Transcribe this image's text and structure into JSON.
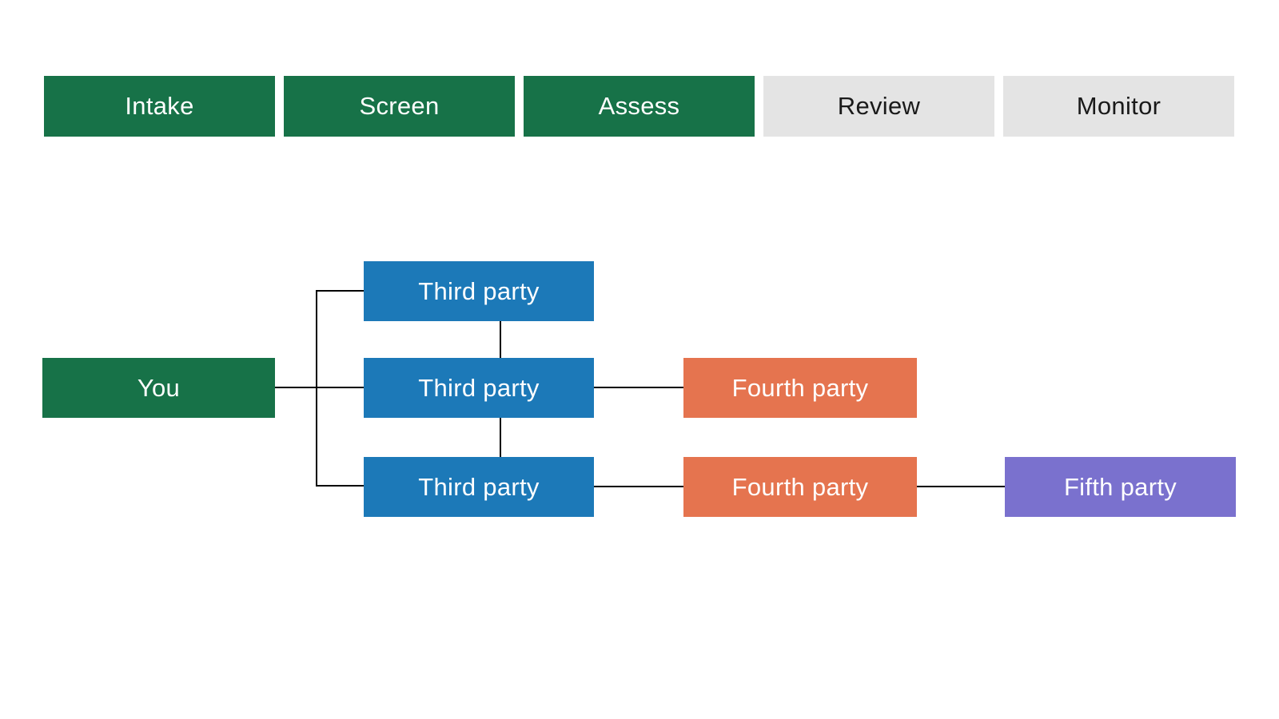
{
  "page": {
    "background": "#ffffff"
  },
  "stage_bar": {
    "items": [
      {
        "label": "Intake",
        "state": "complete",
        "bg": "#177248",
        "text_color": "#ffffff"
      },
      {
        "label": "Screen",
        "state": "complete",
        "bg": "#177248",
        "text_color": "#ffffff"
      },
      {
        "label": "Assess",
        "state": "complete",
        "bg": "#177248",
        "text_color": "#ffffff"
      },
      {
        "label": "Review",
        "state": "upcoming",
        "bg": "#e4e4e4",
        "text_color": "#1a1a1a"
      },
      {
        "label": "Monitor",
        "state": "upcoming",
        "bg": "#e4e4e4",
        "text_color": "#1a1a1a"
      }
    ]
  },
  "diagram": {
    "connector_color": "#000000",
    "nodes": [
      {
        "id": "you",
        "label": "You",
        "tier": "you",
        "bg": "#177248",
        "text_color": "#ffffff"
      },
      {
        "id": "third-party-1",
        "label": "Third party",
        "tier": "third-party",
        "bg": "#1c79b8",
        "text_color": "#ffffff"
      },
      {
        "id": "third-party-2",
        "label": "Third party",
        "tier": "third-party",
        "bg": "#1c79b8",
        "text_color": "#ffffff"
      },
      {
        "id": "third-party-3",
        "label": "Third party",
        "tier": "third-party",
        "bg": "#1c79b8",
        "text_color": "#ffffff"
      },
      {
        "id": "fourth-party-1",
        "label": "Fourth party",
        "tier": "fourth-party",
        "bg": "#e5744f",
        "text_color": "#ffffff"
      },
      {
        "id": "fourth-party-2",
        "label": "Fourth party",
        "tier": "fourth-party",
        "bg": "#e5744f",
        "text_color": "#ffffff"
      },
      {
        "id": "fifth-party-1",
        "label": "Fifth party",
        "tier": "fifth-party",
        "bg": "#7a71ce",
        "text_color": "#ffffff"
      }
    ]
  }
}
